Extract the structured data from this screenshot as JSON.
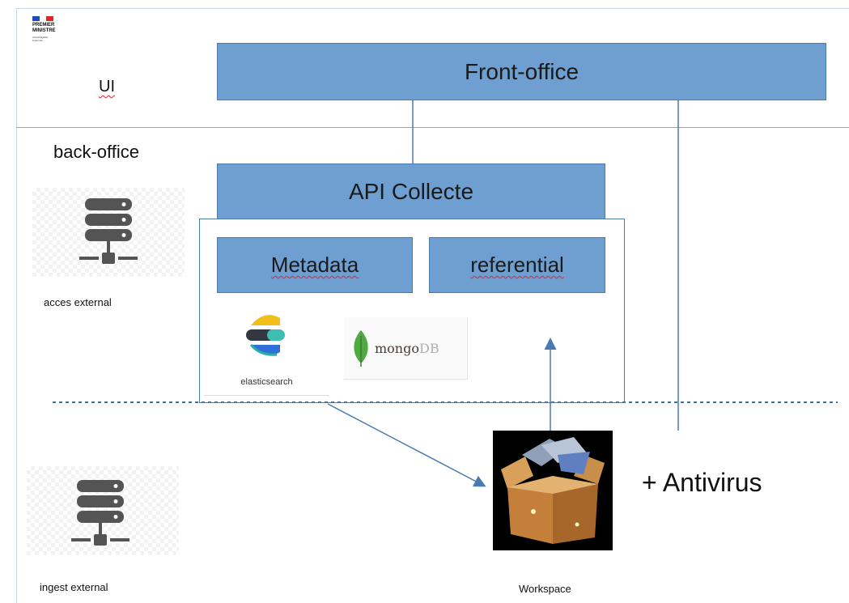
{
  "logo": {
    "line1": "PREMIER",
    "line2": "MINISTRE",
    "motto": "Liberté Égalité Fraternité"
  },
  "ui_label": "UI",
  "front_office": "Front-office",
  "back_office_label": "back-office",
  "api_collecte": "API Collecte",
  "metadata": "Metadata",
  "referential": "referential",
  "elasticsearch": "elasticsearch",
  "mongodb": {
    "mongo": "mongo",
    "db": "DB"
  },
  "acces_external": "acces external",
  "ingest_external": "ingest external",
  "workspace": "Workspace",
  "antivirus": "+ Antivirus",
  "colors": {
    "box_fill": "#6f9fd0",
    "box_border": "#4a7bb0",
    "connector": "#4a7bb0",
    "elastic_yellow": "#f0bf1a",
    "elastic_dark": "#343741",
    "elastic_cyan": "#3ebeb0",
    "mongo_green": "#4faa41"
  }
}
